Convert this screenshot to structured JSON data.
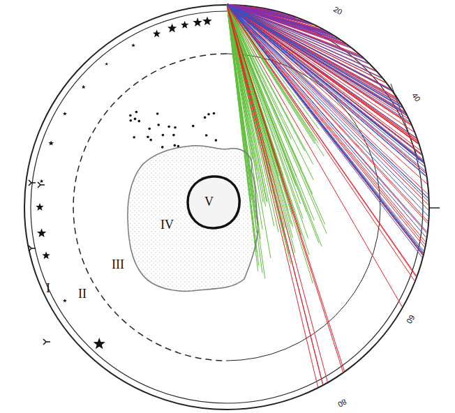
{
  "diagram": {
    "nodes": [
      {
        "text": [
          "IV"
        ]
      },
      {
        "text": [
          "V"
        ],
        "in": 0
      }
    ],
    "labels": [
      "I",
      "II",
      "III",
      "20",
      "40",
      "60",
      "80"
    ]
  }
}
